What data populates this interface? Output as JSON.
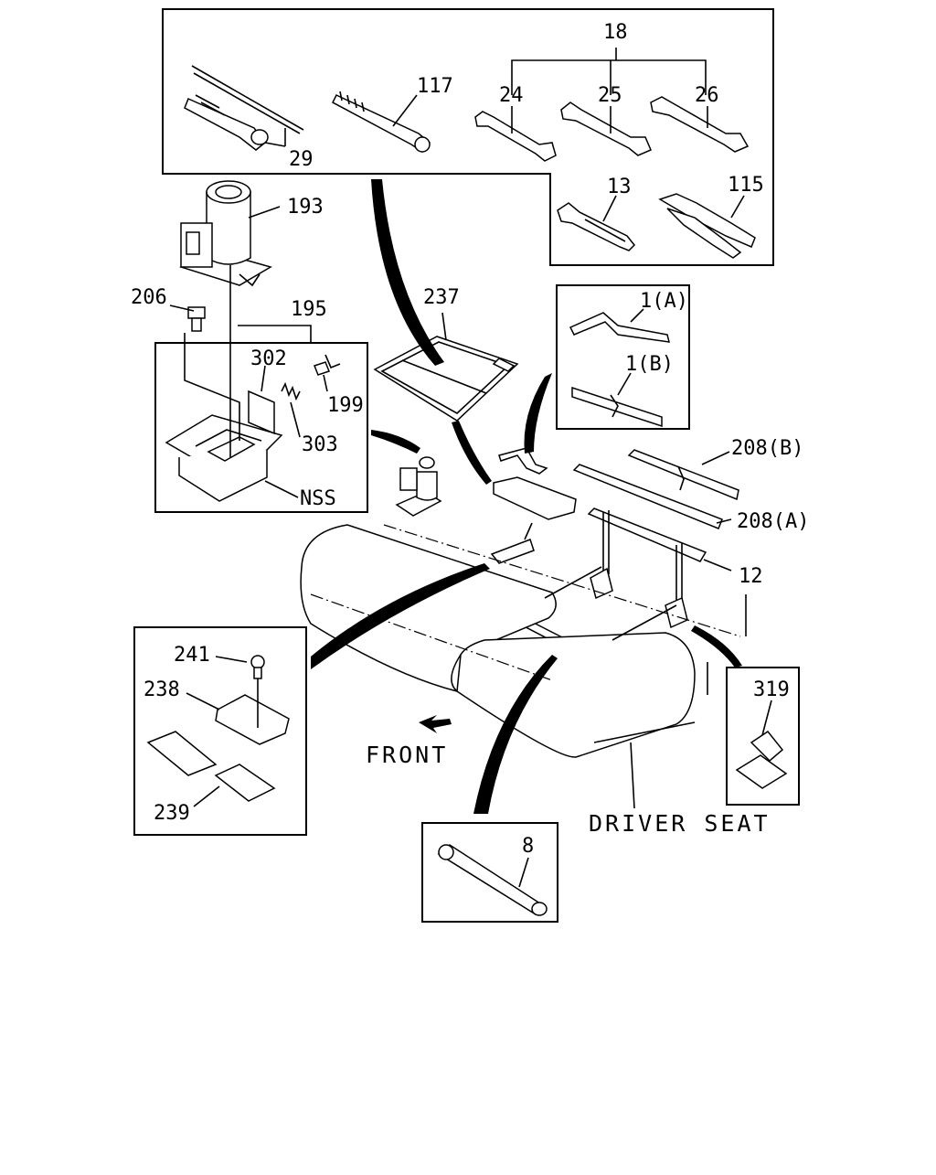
{
  "labels": {
    "p18": "18",
    "p117": "117",
    "p24": "24",
    "p25": "25",
    "p26": "26",
    "p29": "29",
    "p13": "13",
    "p115": "115",
    "p193": "193",
    "p206": "206",
    "p195": "195",
    "p237": "237",
    "p1a": "1(A)",
    "p1b": "1(B)",
    "p302": "302",
    "p199": "199",
    "p303": "303",
    "nss": "NSS",
    "p208b": "208(B)",
    "p208a": "208(A)",
    "p12": "12",
    "p241": "241",
    "p238": "238",
    "p239": "239",
    "p319": "319",
    "p8": "8",
    "front": "FRONT",
    "driver_seat": "DRIVER SEAT"
  },
  "icons": {
    "front_arrow": "arrow-left-down-icon"
  }
}
